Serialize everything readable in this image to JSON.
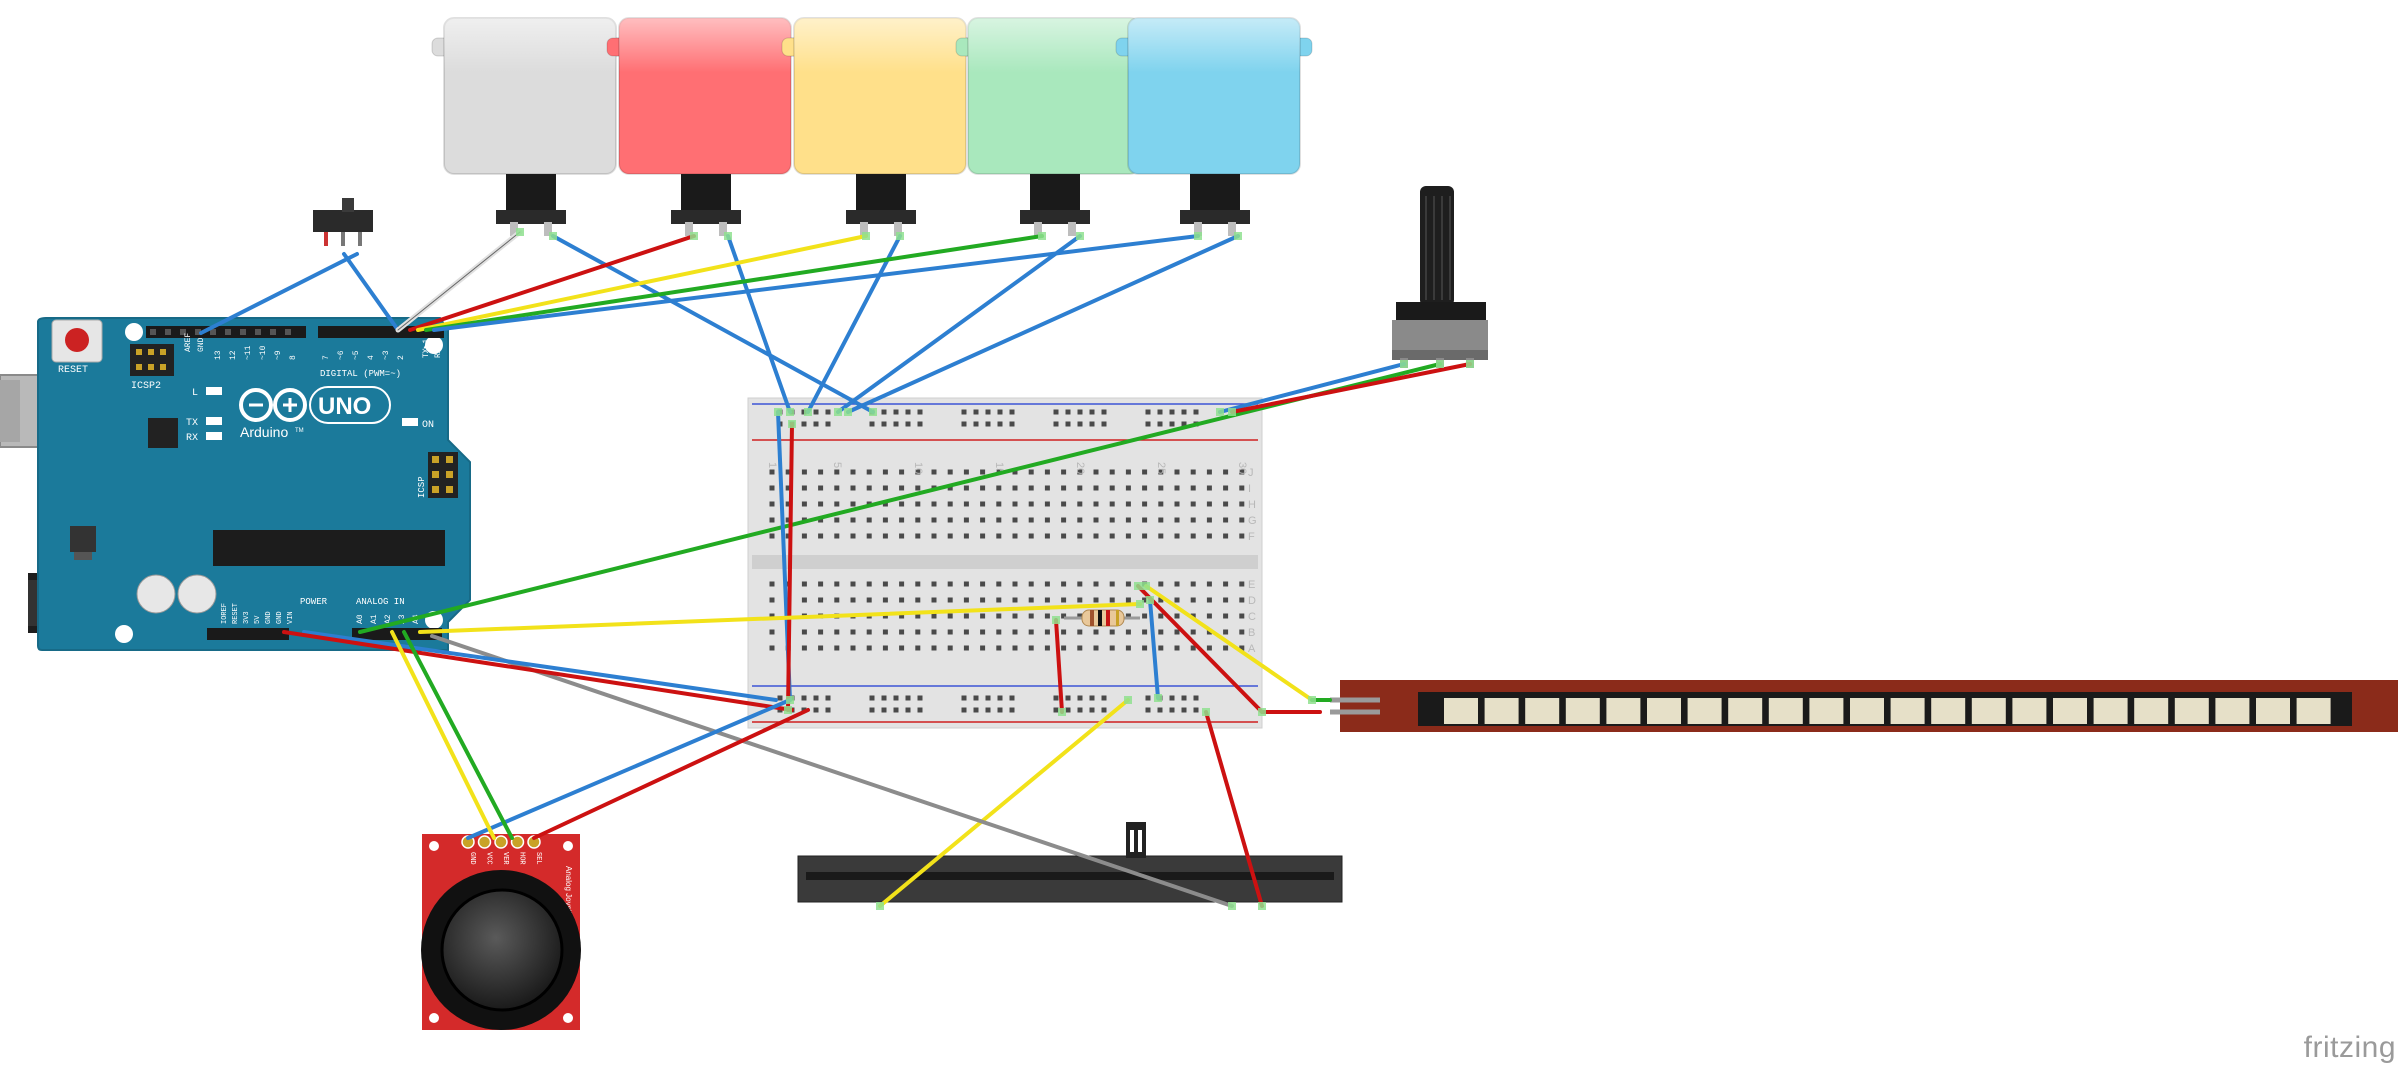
{
  "watermark": "fritzing",
  "arduino": {
    "reset_label": "RESET",
    "icsp2_label": "ICSP2",
    "icsp_label": "ICSP",
    "digital_label": "DIGITAL (PWM=~)",
    "uno_label": "UNO",
    "brand_label": "Arduino",
    "tm": "TM",
    "on_label": "ON",
    "l_label": "L",
    "tx_label": "TX",
    "rx_label": "RX",
    "power_label": "POWER",
    "analog_label": "ANALOG IN",
    "aref_label": "AREF",
    "gnd_label": "GND",
    "txrx_label": "TX▶1",
    "rxrx_label": "RX◀0",
    "digital_pins": [
      "13",
      "12",
      "~11",
      "~10",
      "~9",
      "8",
      "7",
      "~6",
      "~5",
      "4",
      "~3",
      "2"
    ],
    "power_pins": [
      "IOREF",
      "RESET",
      "3V3",
      "5V",
      "GND",
      "GND",
      "VIN"
    ],
    "analog_pins": [
      "A0",
      "A1",
      "A2",
      "A3",
      "A4",
      "A5"
    ]
  },
  "breadboard": {
    "col_labels": [
      "1",
      "5",
      "10",
      "15",
      "20",
      "25",
      "30"
    ],
    "row_labels_top": [
      "J",
      "I",
      "H",
      "G",
      "F"
    ],
    "row_labels_bottom": [
      "E",
      "D",
      "C",
      "B",
      "A"
    ]
  },
  "joystick": {
    "label": "Analog Joystick",
    "pins": [
      "GND",
      "VCC",
      "VER",
      "HOR",
      "SEL"
    ]
  },
  "buttons": {
    "colors": [
      "#dcdcdc",
      "#ff6f73",
      "#ffe08a",
      "#a9e8bd",
      "#7fd3ee"
    ]
  },
  "wire_colors": {
    "blue": "#2d7fd1",
    "red": "#cc1111",
    "green": "#22aa22",
    "yellow": "#f2e21a",
    "gray": "#8c8c8c",
    "white": "#e0e0e0"
  },
  "board_color": "#1b7a9b"
}
